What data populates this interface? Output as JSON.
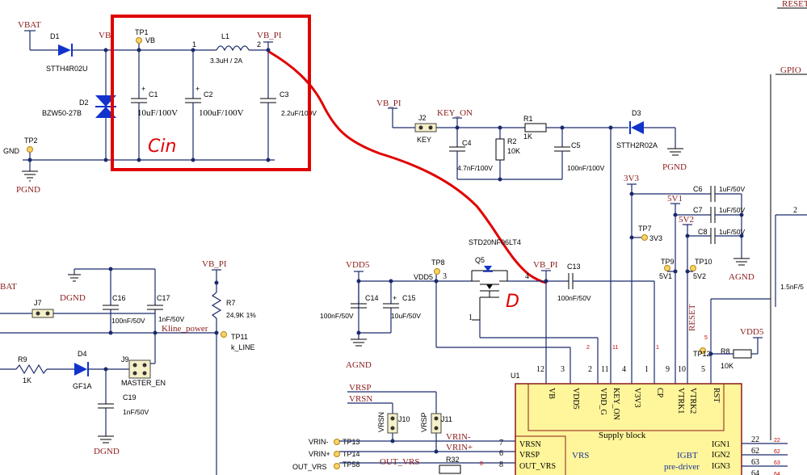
{
  "nets": {
    "vbat": "VBAT",
    "vb": "VB",
    "vb_pi": "VB_PI",
    "gnd": "GND",
    "pgnd": "PGND",
    "key_on": "KEY_ON",
    "v3v3": "3V3",
    "v5v1": "5V1",
    "v5v2": "5V2",
    "agnd": "AGND",
    "vdd5": "VDD5",
    "dgnd": "DGND",
    "bat": "BAT",
    "kline_power": "Kline_power",
    "k_line": "k_LINE",
    "master_en": "MASTER_EN",
    "vrsp": "VRSP",
    "vrsn": "VRSN",
    "vrin_minus": "VRIN-",
    "vrin_plus": "VRIN+",
    "out_vrs": "OUT_VRS",
    "gpio": "GPIO",
    "reset": "RESET",
    "reset_top": "RESET",
    "vdd5_pin": "VDD5"
  },
  "components": {
    "d1": {
      "ref": "D1",
      "value": "STTH4R02U"
    },
    "d2": {
      "ref": "D2",
      "value": "BZW50-27B"
    },
    "tp1": {
      "ref": "TP1"
    },
    "tp2": {
      "ref": "TP2"
    },
    "l1": {
      "ref": "L1",
      "value": "3.3uH / 2A",
      "pin1": "1",
      "pin2": "2"
    },
    "c1": {
      "ref": "C1",
      "value": "10uF/100V"
    },
    "c2": {
      "ref": "C2",
      "value": "100uF/100V"
    },
    "c3": {
      "ref": "C3",
      "value": "2.2uF/100V"
    },
    "j2": {
      "ref": "J2",
      "value": "KEY"
    },
    "c4": {
      "ref": "C4",
      "value": "4.7nF/100V"
    },
    "r2": {
      "ref": "R2",
      "value": "10K"
    },
    "r1": {
      "ref": "R1",
      "value": "1K"
    },
    "c5": {
      "ref": "C5",
      "value": "100nF/100V"
    },
    "d3": {
      "ref": "D3",
      "value": "STTH2R02A"
    },
    "c6": {
      "ref": "C6",
      "value": "1uF/50V"
    },
    "c7": {
      "ref": "C7",
      "value": "1uF/50V"
    },
    "c8": {
      "ref": "C8",
      "value": "1uF/50V"
    },
    "tp7": {
      "ref": "TP7"
    },
    "tp9": {
      "ref": "TP9"
    },
    "tp10": {
      "ref": "TP10"
    },
    "q5": {
      "ref": "Q5",
      "value": "STD20NF06LT4",
      "pin3": "3",
      "pin4": "4",
      "pin1": "1"
    },
    "tp8": {
      "ref": "TP8"
    },
    "c13": {
      "ref": "C13",
      "value": "100nF/50V"
    },
    "c14": {
      "ref": "C14",
      "value": "100nF/50V"
    },
    "c15": {
      "ref": "C15",
      "value": "10uF/50V"
    },
    "c16": {
      "ref": "C16",
      "value": "100nF/50V"
    },
    "c17": {
      "ref": "C17",
      "value": "1nF/50V"
    },
    "j7": {
      "ref": "J7"
    },
    "r7": {
      "ref": "R7",
      "value": "24,9K 1%"
    },
    "tp11": {
      "ref": "TP11"
    },
    "r9": {
      "ref": "R9",
      "value": "1K"
    },
    "d4": {
      "ref": "D4",
      "value": "GF1A"
    },
    "j9": {
      "ref": "J9"
    },
    "c19": {
      "ref": "C19",
      "value": "1nF/50V"
    },
    "tp12": {
      "ref": "TP12"
    },
    "r8": {
      "ref": "R8",
      "value": "10K"
    },
    "j10": {
      "ref": "J10",
      "value": "VRSN"
    },
    "j11": {
      "ref": "J11",
      "value": "VRSP"
    },
    "tp13": {
      "ref": "TP13"
    },
    "tp14": {
      "ref": "TP14"
    },
    "tp58": {
      "ref": "TP58"
    },
    "r32": {
      "ref": "R32"
    },
    "u1": {
      "ref": "U1"
    },
    "right_cap": {
      "value": "1.5nF/5"
    }
  },
  "u1": {
    "supply_pins": [
      "VB",
      "VDD5",
      "VDD_G",
      "KEY_ON",
      "V3V3",
      "CP",
      "VTRK1",
      "VTRK2",
      "RST"
    ],
    "supply_pin_numbers": [
      "12",
      "3",
      "2",
      "11",
      "4",
      "1",
      "9",
      "10",
      "5"
    ],
    "supply_net_numbers": [
      "2",
      "11",
      "1",
      "5"
    ],
    "supply_block_label": "Supply block",
    "vrs_pins": [
      "VRSN",
      "VRSP",
      "OUT_VRS"
    ],
    "vrs_pin_numbers": [
      "7",
      "6",
      "8"
    ],
    "vrs_block_label": "VRS",
    "igbt_pins": [
      "IGN1",
      "IGN2",
      "IGN3"
    ],
    "igbt_pin_numbers": [
      "22",
      "62",
      "63",
      "64"
    ],
    "igbt_net_numbers": [
      "22",
      "62",
      "63",
      "64"
    ],
    "igbt_block_label": "IGBT",
    "igbt_block_label2": "pre-driver",
    "vrs_net_number": "8",
    "right_net_number": "2"
  },
  "annotations": {
    "cin_label": "Cin",
    "d_label": "D"
  },
  "colors": {
    "wire": "#1a2a6c",
    "net_label": "#8b1a1a",
    "annotation": "#e00000",
    "chip_fill": "#fff59a",
    "diode": "#1133cc"
  }
}
